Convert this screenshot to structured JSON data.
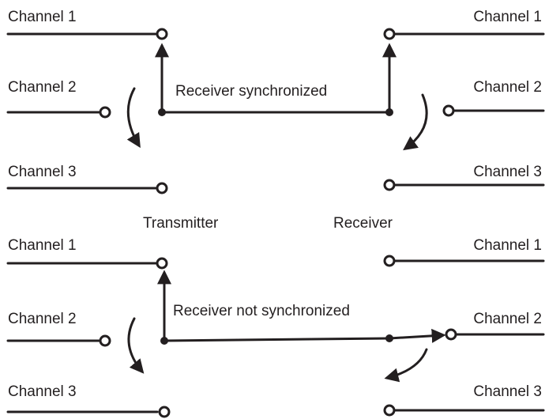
{
  "colors": {
    "ink": "#231f20",
    "background": "#ffffff"
  },
  "labels": {
    "channel_1": "Channel 1",
    "channel_2": "Channel 2",
    "channel_3": "Channel 3",
    "transmitter": "Transmitter",
    "receiver": "Receiver"
  },
  "panels": {
    "synchronized": {
      "caption": "Receiver synchronized"
    },
    "not_synchronized": {
      "caption": "Receiver not synchronized"
    }
  }
}
